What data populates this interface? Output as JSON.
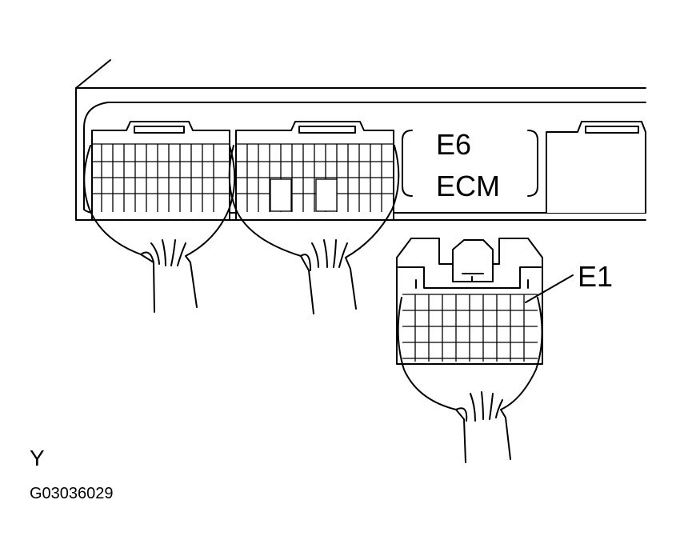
{
  "labels": {
    "e6": "E6",
    "ecm": "ECM",
    "e1": "E1",
    "view": "Y",
    "figure_code": "G03036029"
  }
}
